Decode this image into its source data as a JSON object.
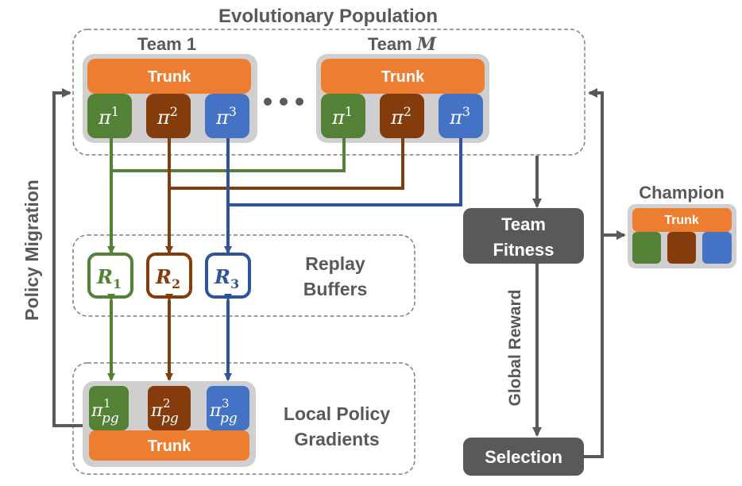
{
  "title": "Evolutionary Population",
  "colors": {
    "trunk": "#ED7D31",
    "green": "#538135",
    "brown": "#843C0C",
    "blue": "#4472C4",
    "blue_line": "#2F5597",
    "gray_box": "#595959",
    "team_bg": "#D0CECE",
    "text": "#595959"
  },
  "teams": [
    {
      "label": "Team 1",
      "trunk": "Trunk",
      "policies": [
        "π",
        "π",
        "π"
      ],
      "sup": [
        "1",
        "2",
        "3"
      ]
    },
    {
      "label": "Team M",
      "trunk": "Trunk",
      "policies": [
        "π",
        "π",
        "π"
      ],
      "sup": [
        "1",
        "2",
        "3"
      ]
    }
  ],
  "team_m_prefix": "Team ",
  "team_m_var": "M",
  "ellipsis": "• • •",
  "replay": {
    "label_line1": "Replay",
    "label_line2": "Buffers",
    "buffers": [
      {
        "letter": "R",
        "sub": "1"
      },
      {
        "letter": "R",
        "sub": "2"
      },
      {
        "letter": "R",
        "sub": "3"
      }
    ]
  },
  "local_pg": {
    "label_line1": "Local Policy",
    "label_line2": "Gradients",
    "trunk": "Trunk",
    "policies": [
      {
        "base": "π",
        "sup": "1",
        "sub": "pg"
      },
      {
        "base": "π",
        "sup": "2",
        "sub": "pg"
      },
      {
        "base": "π",
        "sup": "3",
        "sub": "pg"
      }
    ]
  },
  "policy_migration": "Policy Migration",
  "team_fitness": {
    "line1": "Team",
    "line2": "Fitness"
  },
  "global_reward": "Global Reward",
  "selection": "Selection",
  "champion": {
    "label": "Champion",
    "trunk": "Trunk"
  }
}
